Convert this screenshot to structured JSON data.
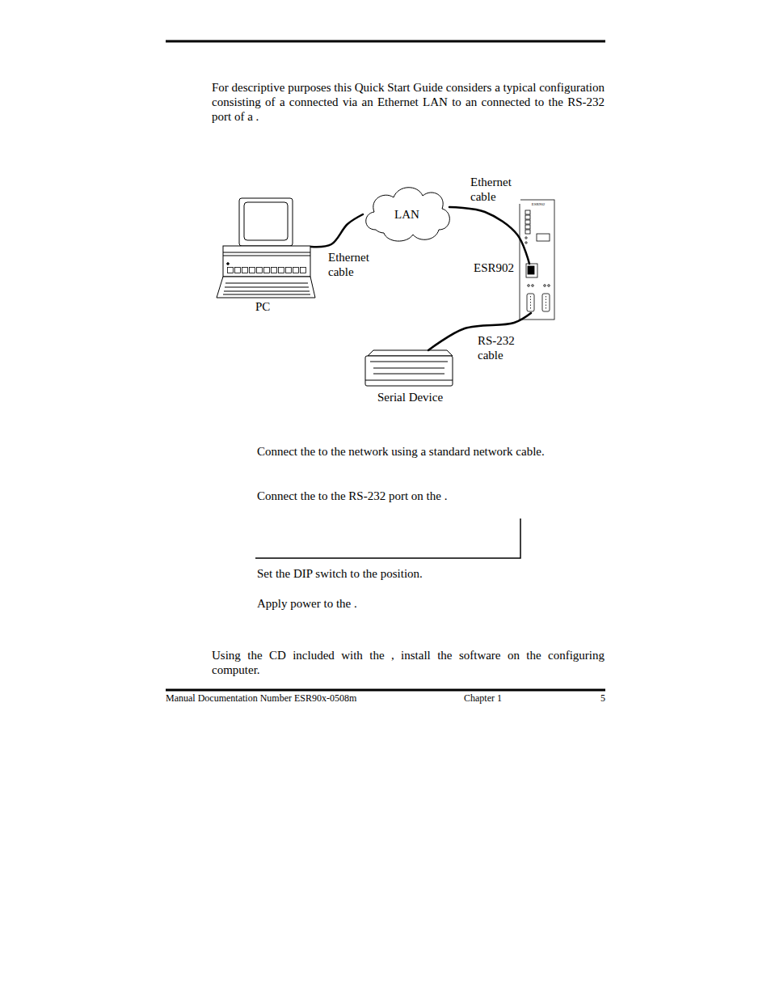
{
  "diagram": {
    "nodes": [
      {
        "text": [
          "PC"
        ]
      },
      {
        "text": [
          "LAN"
        ]
      },
      {
        "text": [
          "ESR902"
        ]
      },
      {
        "text": [
          "Serial Device"
        ]
      }
    ],
    "edges": [
      {
        "from": 0,
        "to": 1,
        "label": "Ethernet cable",
        "arrow": "none"
      },
      {
        "from": 1,
        "to": 2,
        "label": "Ethernet cable",
        "arrow": "none"
      },
      {
        "from": 2,
        "to": 3,
        "label": "RS-232 cable",
        "arrow": "none"
      }
    ],
    "labels": [
      "For descriptive purposes this Quick Start Guide considers a typical configuration consisting of a connected via an Ethernet LAN to an connected to the RS-232 port of a .",
      "ESR902",
      "Connect the to the network using a standard network cable.",
      "Connect the to the RS-232 port on the .",
      "Set the DIP switch to the position.",
      "Apply power to the .",
      "Using the CD included with the , install the software on the configuring computer.",
      "Manual Documentation Number ESR90x-0508m",
      "Chapter 1",
      "5"
    ]
  }
}
